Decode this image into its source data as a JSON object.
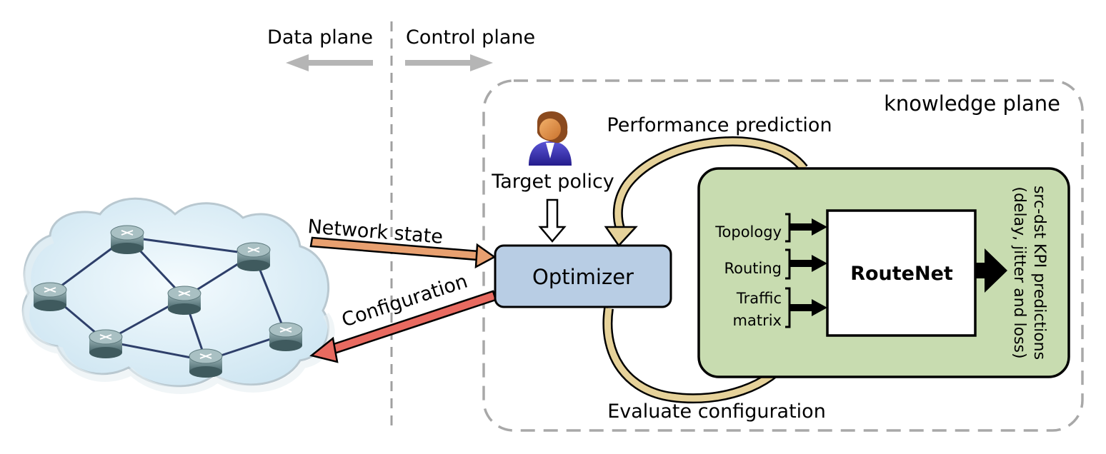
{
  "planes": {
    "data_plane": "Data plane",
    "control_plane": "Control plane",
    "knowledge_plane": "knowledge plane"
  },
  "labels": {
    "target_policy": "Target policy",
    "network_state": "Network state",
    "configuration": "Configuration",
    "performance_prediction": "Performance prediction",
    "evaluate_configuration": "Evaluate configuration"
  },
  "optimizer": {
    "label": "Optimizer"
  },
  "routenet": {
    "label": "RouteNet",
    "inputs": [
      "Topology",
      "Routing",
      "Traffic",
      "matrix"
    ],
    "output_line1": "src-dst KPI predictions",
    "output_line2": "(delay, jitter and loss)"
  },
  "colors": {
    "dashed_gray": "#a0a0a0",
    "arrow_gray": "#b5b5b5",
    "optimizer_fill": "#b8cde4",
    "routenet_panel_fill": "#c8dcb0",
    "network_state_arrow": "#e8a070",
    "configuration_arrow": "#e86a60",
    "loop_arrow": "#e6d29a",
    "cloud_fill": "#dff0f8",
    "router": "#6f8e92",
    "link": "#2e3f6a"
  },
  "icons": [
    "user-icon",
    "router-icon",
    "cloud-icon"
  ]
}
